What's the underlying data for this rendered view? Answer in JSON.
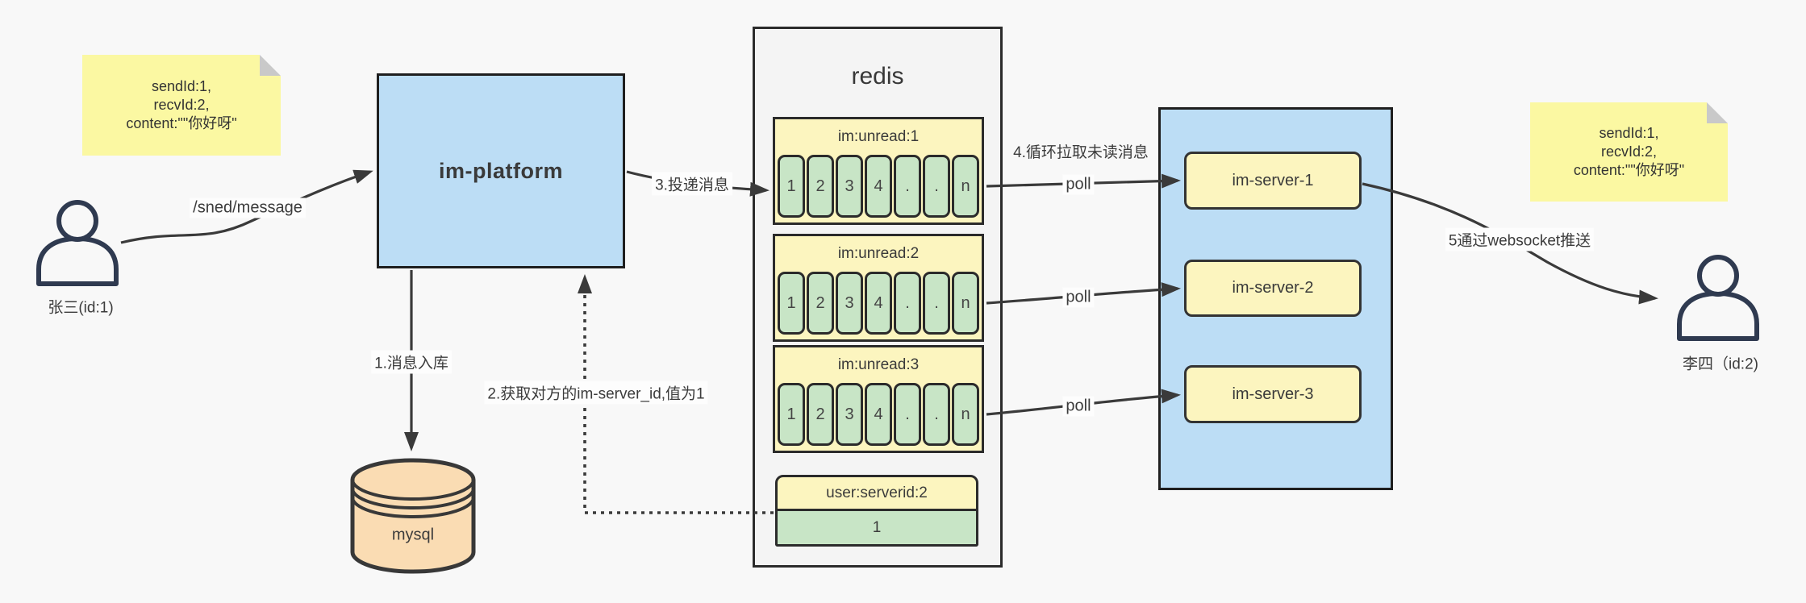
{
  "notes": {
    "left": {
      "lines": [
        "sendId:1,",
        "recvId:2,",
        "content:\"\"你好呀\""
      ]
    },
    "right": {
      "lines": [
        "sendId:1,",
        "recvId:2,",
        "content:\"\"你好呀\""
      ]
    }
  },
  "actors": {
    "sender": {
      "label": "张三(id:1)"
    },
    "receiver": {
      "label": "李四（id:2)"
    }
  },
  "platform": {
    "label": "im-platform"
  },
  "database": {
    "label": "mysql"
  },
  "redis": {
    "title": "redis",
    "queues": [
      {
        "label": "im:unread:1",
        "cells": [
          "1",
          "2",
          "3",
          "4",
          ".",
          ".",
          "n"
        ]
      },
      {
        "label": "im:unread:2",
        "cells": [
          "1",
          "2",
          "3",
          "4",
          ".",
          ".",
          "n"
        ]
      },
      {
        "label": "im:unread:3",
        "cells": [
          "1",
          "2",
          "3",
          "4",
          ".",
          ".",
          "n"
        ]
      }
    ],
    "kv": {
      "key": "user:serverid:2",
      "value": "1"
    }
  },
  "servers": [
    {
      "label": "im-server-1"
    },
    {
      "label": "im-server-2"
    },
    {
      "label": "im-server-3"
    }
  ],
  "edges": {
    "send": "/sned/message",
    "step1": "1.消息入库",
    "step2": "2.获取对方的im-server_id,值为1",
    "step3": "3.投递消息",
    "step4": "4.循环拉取未读消息",
    "step5": "5通过websocket推送",
    "polls": [
      "poll",
      "poll",
      "poll"
    ]
  },
  "colors": {
    "canvas_bg": "#f8f8f8",
    "blue_fill": "#bcddf5",
    "note_yellow": "#fbf8a2",
    "block_yellow": "#fcf5bf",
    "cell_green": "#c8e5c6",
    "db_orange": "#fadcb3",
    "line_dark": "#3a3a3a",
    "person_navy": "#2f3a50"
  }
}
